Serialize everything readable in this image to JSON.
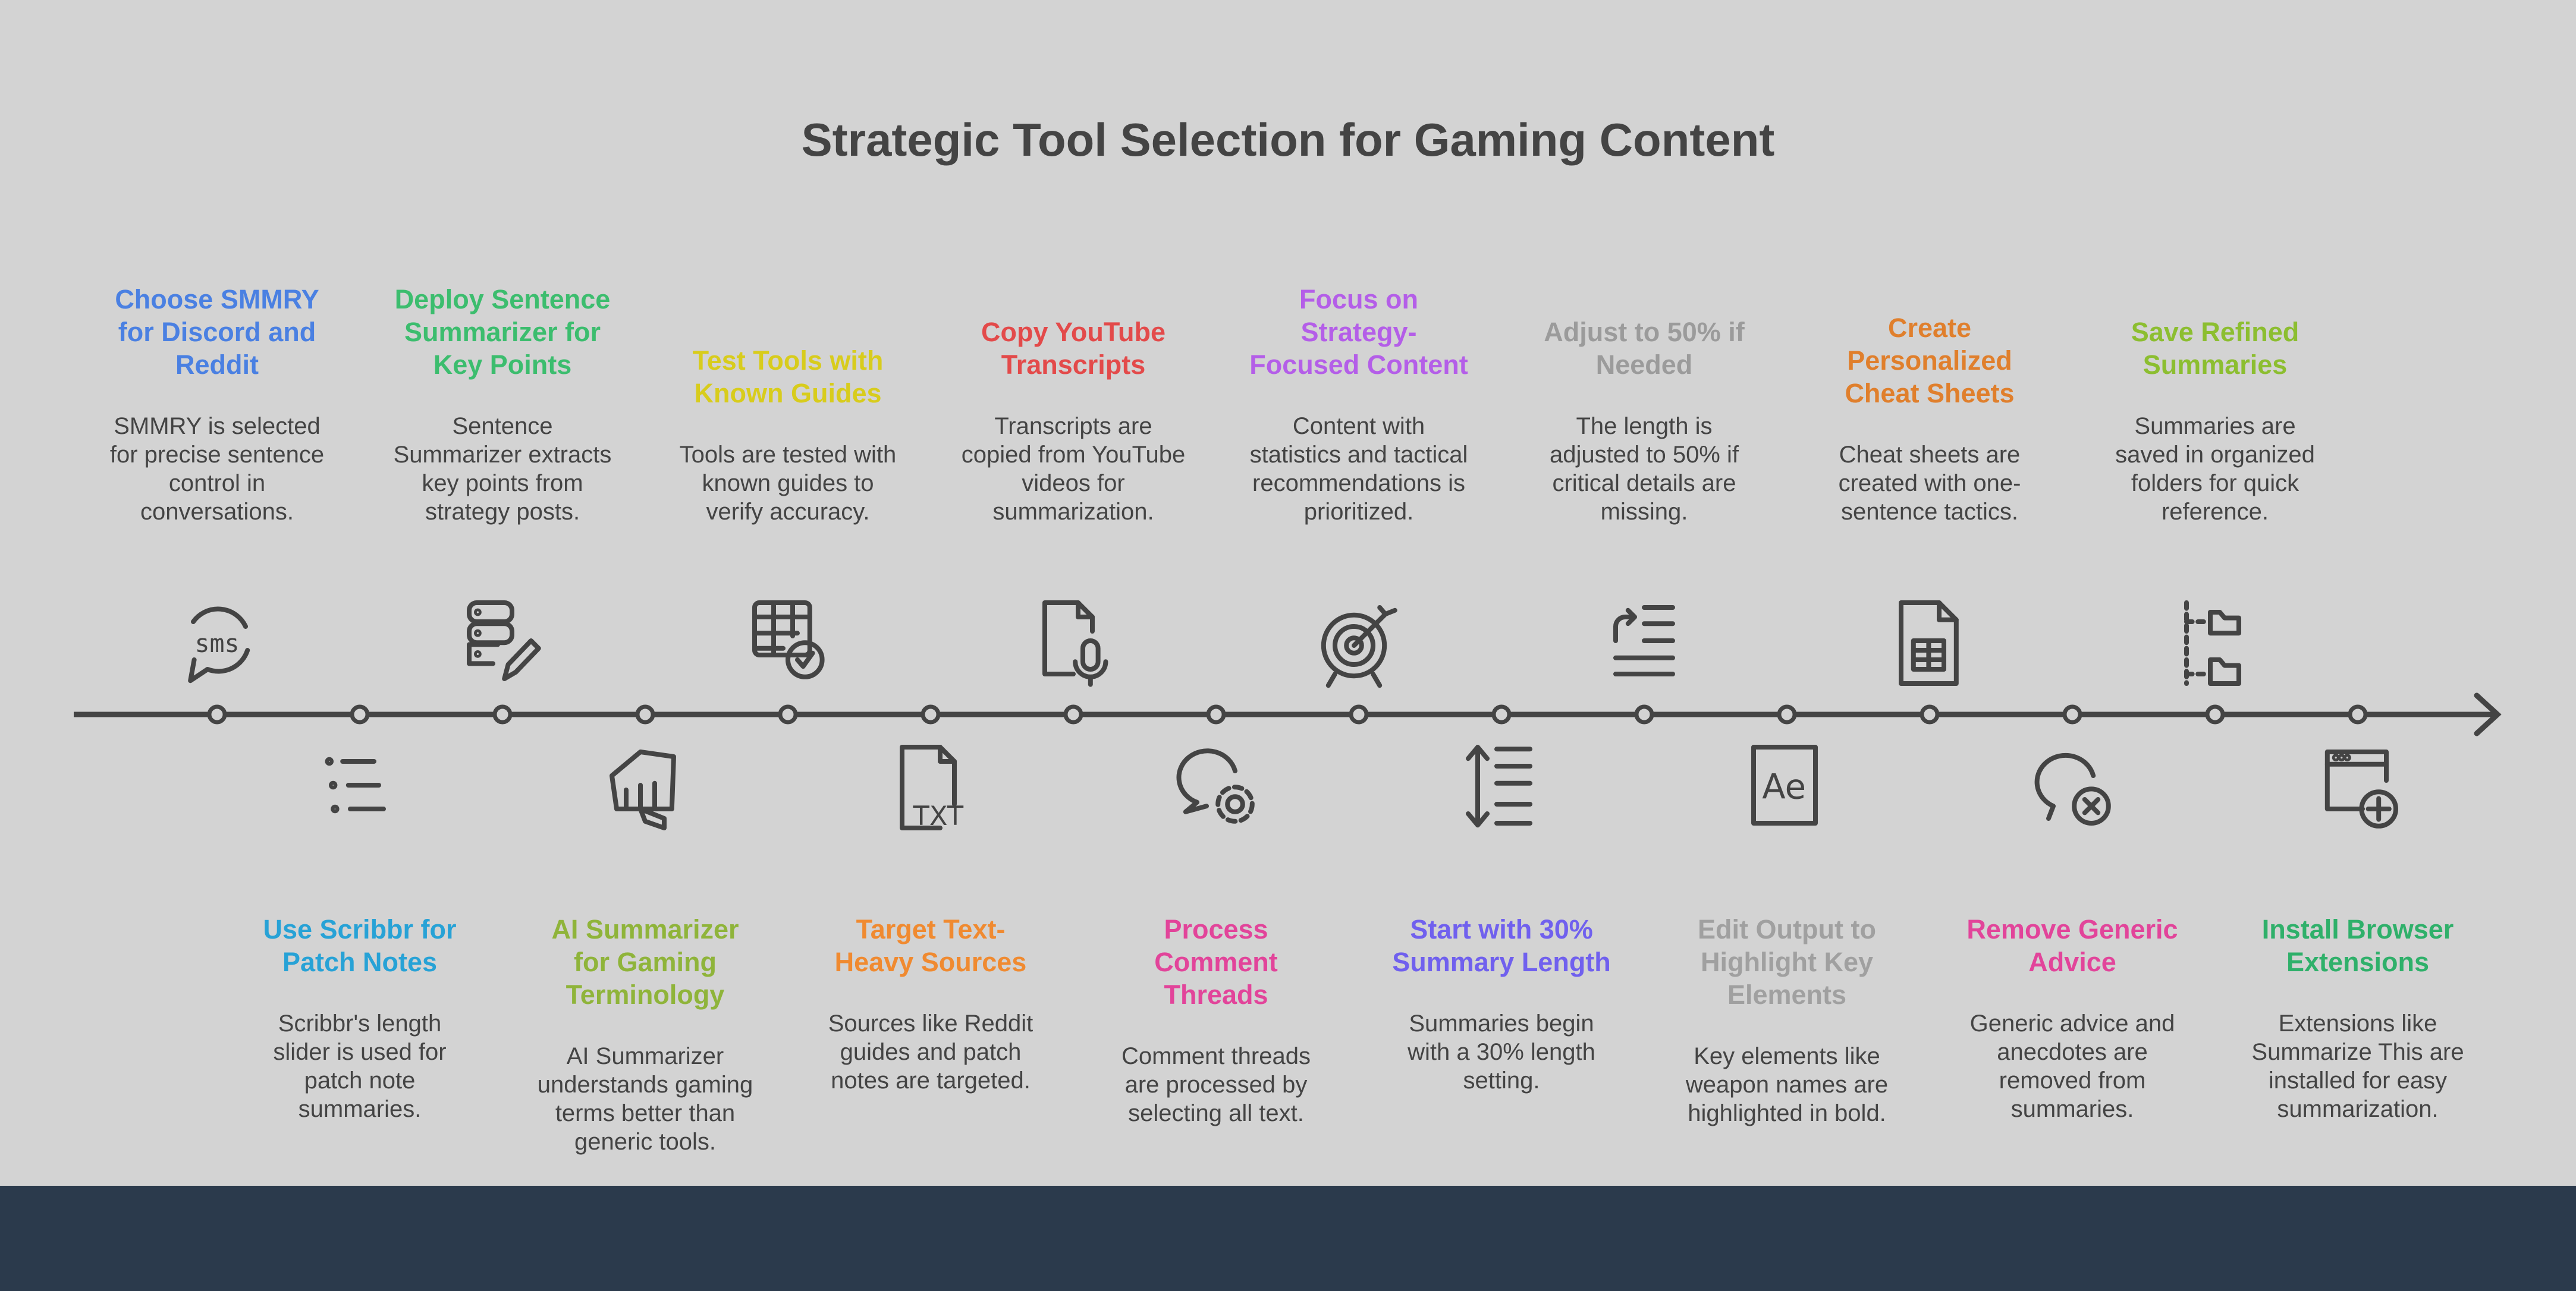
{
  "title": "Strategic Tool Selection for Gaming Content",
  "steps": [
    {
      "heading": "Choose SMMRY for Discord and Reddit",
      "description": "SMMRY is selected for precise sentence control in conversations.",
      "color": "#4a80e2",
      "icon": "sms-icon",
      "position": "top"
    },
    {
      "heading": "Use Scribbr for Patch Notes",
      "description": "Scribbr's length slider is used for patch note summaries.",
      "color": "#27a2d6",
      "icon": "list-icon",
      "position": "bottom"
    },
    {
      "heading": "Deploy Sentence Summarizer for Key Points",
      "description": "Sentence Summarizer extracts key points from strategy posts.",
      "color": "#3cbd6e",
      "icon": "server-edit-icon",
      "position": "top"
    },
    {
      "heading": "AI Summarizer for Gaming Terminology",
      "description": "AI Summarizer understands gaming terms better than generic tools.",
      "color": "#8fb43a",
      "icon": "fist-icon",
      "position": "bottom"
    },
    {
      "heading": "Test Tools with Known Guides",
      "description": "Tools are tested with known guides to verify accuracy.",
      "color": "#d8cc1c",
      "icon": "table-check-icon",
      "position": "top"
    },
    {
      "heading": "Target Text-Heavy Sources",
      "description": "Sources like Reddit guides and patch notes are targeted.",
      "color": "#f08a30",
      "icon": "file-txt-icon",
      "position": "bottom"
    },
    {
      "heading": "Copy YouTube Transcripts",
      "description": "Transcripts are copied from YouTube videos for summarization.",
      "color": "#e34a4a",
      "icon": "file-mic-icon",
      "position": "top"
    },
    {
      "heading": "Process Comment Threads",
      "description": "Comment threads are processed by selecting all text.",
      "color": "#e2449a",
      "icon": "chat-gear-icon",
      "position": "bottom"
    },
    {
      "heading": "Focus on Strategy-Focused Content",
      "description": "Content with statistics and tactical recommendations is prioritized.",
      "color": "#b45ee8",
      "icon": "target-icon",
      "position": "top"
    },
    {
      "heading": "Start with 30% Summary Length",
      "description": "Summaries begin with a 30% length setting.",
      "color": "#7060ee",
      "icon": "line-height-icon",
      "position": "bottom"
    },
    {
      "heading": "Adjust to 50% if Needed",
      "description": "The length is adjusted to 50% if critical details are missing.",
      "color": "#9b9b9b",
      "icon": "indent-arrow-icon",
      "position": "top"
    },
    {
      "heading": "Edit Output to Highlight Key Elements",
      "description": "Key elements like weapon names are highlighted in bold.",
      "color": "#a0a0a0",
      "icon": "ae-icon",
      "position": "bottom"
    },
    {
      "heading": "Create Personalized Cheat Sheets",
      "description": "Cheat sheets are created with one-sentence tactics.",
      "color": "#e07f2c",
      "icon": "file-spreadsheet-icon",
      "position": "top"
    },
    {
      "heading": "Remove Generic Advice",
      "description": "Generic advice and anecdotes are removed from summaries.",
      "color": "#e2449a",
      "icon": "chat-x-icon",
      "position": "bottom"
    },
    {
      "heading": "Save Refined Summaries",
      "description": "Summaries are saved in organized folders for quick reference.",
      "color": "#8cbe30",
      "icon": "folder-tree-icon",
      "position": "top"
    },
    {
      "heading": "Install Browser Extensions",
      "description": "Extensions like Summarize This are installed for easy summarization.",
      "color": "#2fb06a",
      "icon": "browser-add-icon",
      "position": "bottom"
    }
  ]
}
